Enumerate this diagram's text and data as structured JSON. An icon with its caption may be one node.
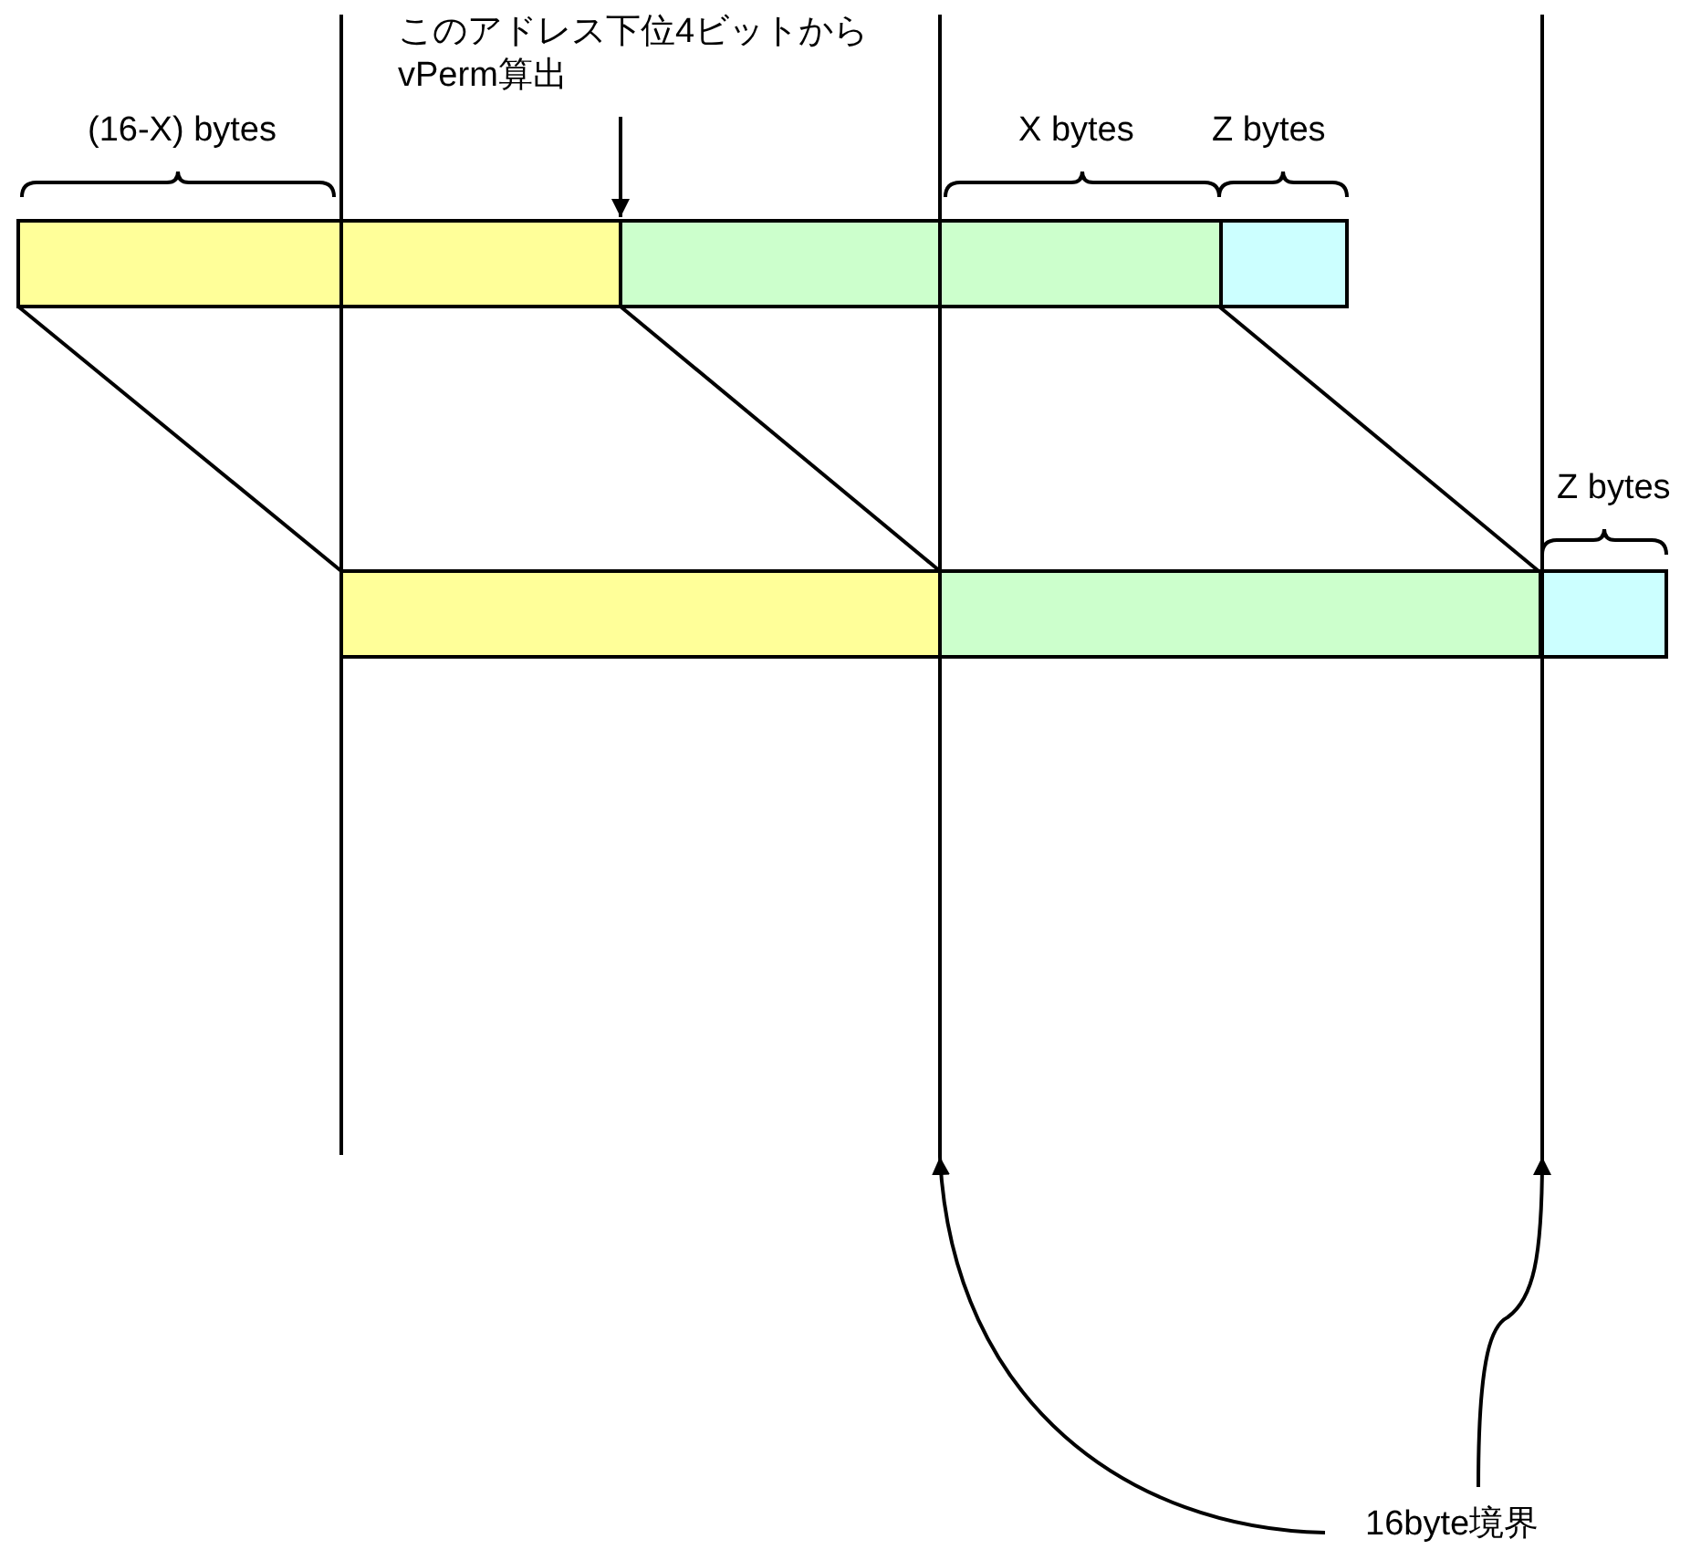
{
  "diagram": {
    "nodes": [
      {
        "text": [
          "このアドレス下位4ビットからvPerm算出"
        ]
      },
      {
        "text": [],
        "shape": "box"
      },
      {
        "text": [],
        "shape": "box"
      },
      {
        "text": [],
        "shape": "box"
      },
      {
        "text": [],
        "shape": "box"
      },
      {
        "text": [],
        "shape": "box"
      },
      {
        "text": [],
        "shape": "box"
      },
      {
        "text": [],
        "shape": "line"
      },
      {
        "text": [],
        "shape": "line"
      },
      {
        "text": [],
        "shape": "line"
      },
      {
        "text": [
          "16byte境界"
        ]
      }
    ],
    "edges": [
      {
        "from": 0,
        "to": 2,
        "arrow": "to"
      },
      {
        "from": 1,
        "to": 4,
        "arrow": "none"
      },
      {
        "from": 2,
        "to": 5,
        "arrow": "none"
      },
      {
        "from": 3,
        "to": 6,
        "arrow": "none"
      },
      {
        "from": 10,
        "to": 8,
        "arrow": "to"
      },
      {
        "from": 10,
        "to": 9,
        "arrow": "to"
      }
    ],
    "labels": [
      "(16-X) bytes",
      "X bytes",
      "Z bytes",
      "Z bytes"
    ]
  }
}
